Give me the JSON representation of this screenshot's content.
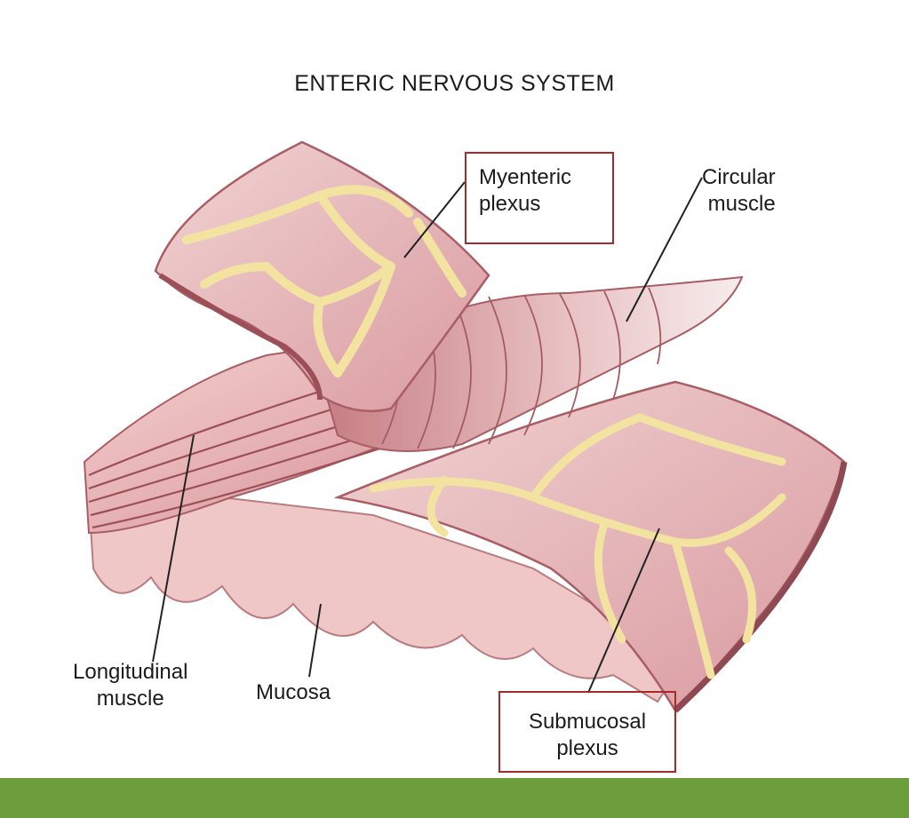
{
  "title": "ENTERIC NERVOUS SYSTEM",
  "labels": {
    "myenteric": [
      "Myenteric",
      "plexus"
    ],
    "circular": [
      "Circular",
      "muscle"
    ],
    "longitudinal": [
      "Longitudinal",
      "muscle"
    ],
    "mucosa": [
      "Mucosa"
    ],
    "submucosal": [
      "Submucosal",
      "plexus"
    ]
  },
  "colors": {
    "tissue": "#e9b8b8",
    "tissue_dark": "#b7666c",
    "plexus": "#f4e7a8",
    "highlight_box": "#a52a2a",
    "footer_bar": "#6d9e3e"
  }
}
